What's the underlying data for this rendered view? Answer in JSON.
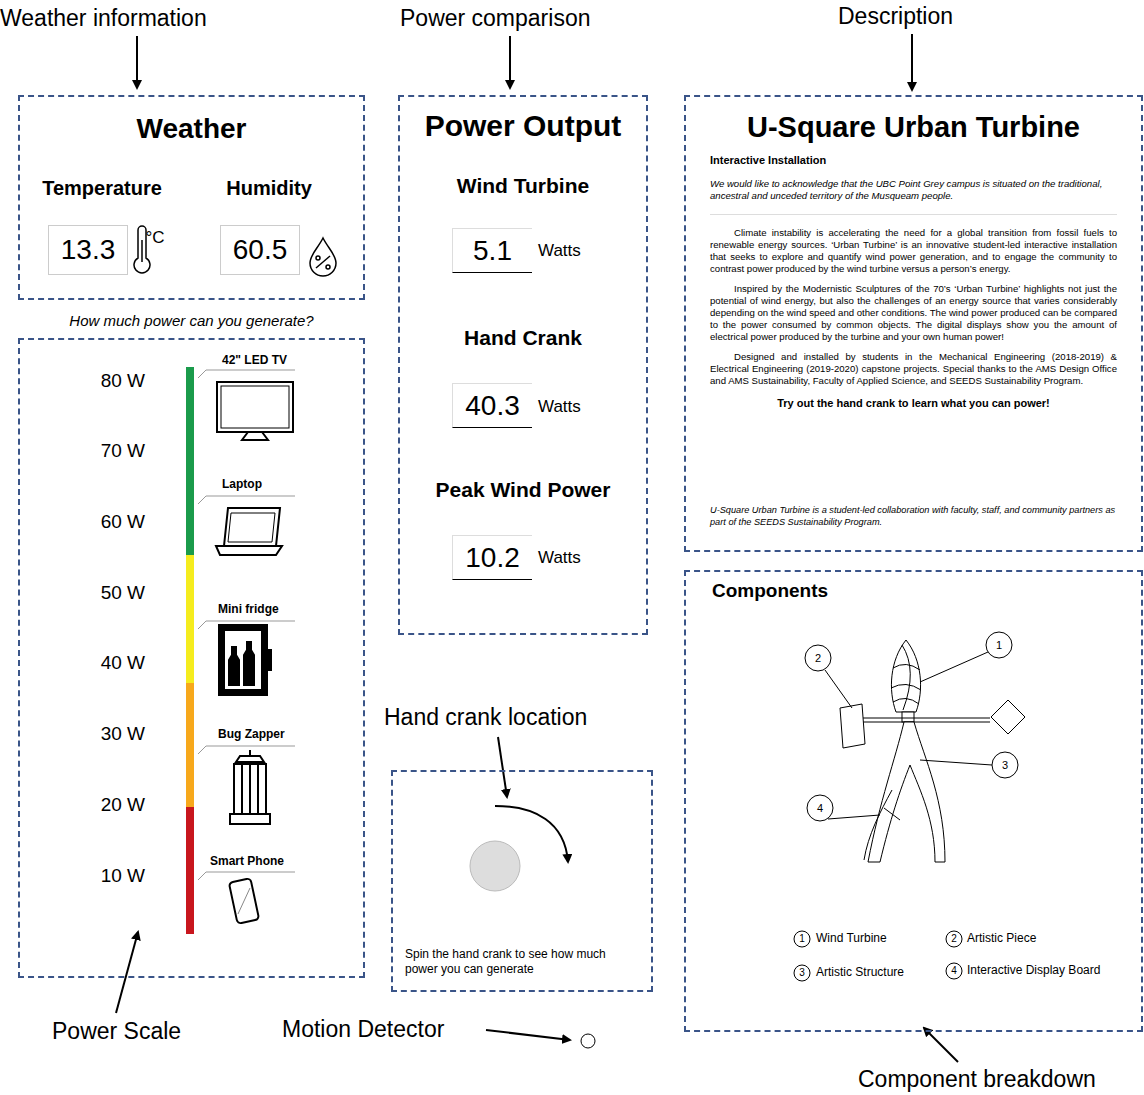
{
  "diagram": {
    "nodes": [
      {
        "text": [
          "Weather"
        ]
      },
      {
        "text": [
          "13.3"
        ],
        "in": 0
      },
      {
        "text": [
          "60.5"
        ],
        "in": 0
      },
      {
        "text": [
          "Power Output"
        ]
      },
      {
        "text": [
          "5.1"
        ],
        "in": 3
      },
      {
        "text": [
          "40.3"
        ],
        "in": 3
      },
      {
        "text": [
          "10.2"
        ],
        "in": 3
      },
      {
        "text": [
          "How much power can you generate?"
        ]
      },
      {
        "text": [
          "Spin the hand crank to see how much power you can generate"
        ]
      },
      {
        "text": [
          "U-Square Urban Turbine",
          "Interactive Installation",
          "We would like to acknowledge that the UBC Point Grey campus is situated on the traditional, ancestral and unceded territory of the Musqueam people.",
          "Climate instability is accelerating the need for a global transition from fossil fuels to renewable energy sources. ‘Urban Turbine’ is an innovative student-led interactive installation that seeks to explore and quantify wind power generation, and to engage the community to contrast power produced by the wind turbine versus a person’s energy.",
          "Inspired by the Modernistic Sculptures of the 70’s ‘Urban Turbine’ highlights not just the potential of wind energy, but also the challenges of an energy source that varies considerably depending on the wind speed and other conditions. The wind power produced can be compared to the power consumed by common objects. The digital displays show you the amount of electrical power produced by the turbine and your own human power!",
          "Designed and installed by students in the Mechanical Engineering (2018-2019) & Electrical Engineering (2019-2020) capstone projects. Special thanks to the AMS Design Office and AMS Sustainability, Faculty of Applied Science, and SEEDS Sustainability Program.",
          "Try out the hand crank to learn what you can power!",
          "U-Square Urban Turbine is a student-led collaboration with faculty, staff, and community partners as part of the SEEDS Sustainability Program."
        ]
      },
      {
        "text": [
          "Components"
        ]
      }
    ],
    "labels": [
      "Weather information",
      "Power comparison",
      "Description",
      "Power Scale",
      "Hand crank location",
      "Motion Detector",
      "Component breakdown",
      "Temperature",
      "Humidity",
      "°C",
      "Wind Turbine",
      "Watts",
      "Hand Crank",
      "Watts",
      "Peak Wind Power",
      "Watts",
      "80 W",
      "70 W",
      "60 W",
      "50 W",
      "40 W",
      "30 W",
      "20 W",
      "10 W",
      "42\" LED TV",
      "Laptop",
      "Mini fridge",
      "Bug Zapper",
      "Smart Phone",
      "1",
      "2",
      "3",
      "4",
      "1",
      "Wind Turbine",
      "2",
      "Artistic Piece",
      "3",
      "Artistic Structure",
      "4",
      "Interactive Display Board"
    ]
  }
}
